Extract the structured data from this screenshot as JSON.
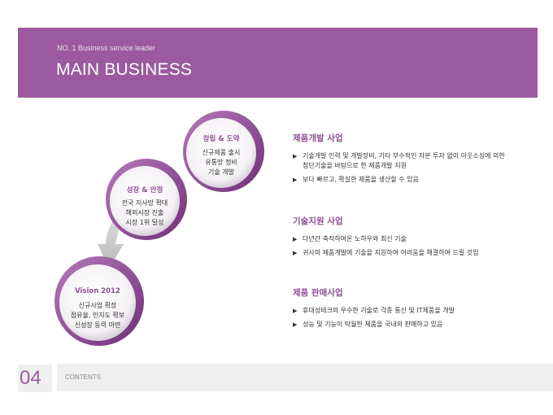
{
  "header": {
    "subtitle": "NO. 1 Business service leader",
    "title": "MAIN BUSINESS"
  },
  "circles": [
    {
      "title": "창립 & 도약",
      "lines": [
        "신규제품 출시",
        "유통망 정비",
        "기술 개발"
      ]
    },
    {
      "title": "성장 & 안정",
      "lines": [
        "전국 지사망 확대",
        "해외시장 진출",
        "시장 1위 달성"
      ]
    },
    {
      "title": "Vision 2012",
      "lines": [
        "신규사업 확장",
        "점유율, 인지도 확보",
        "신성장 동력 마련"
      ]
    }
  ],
  "sections": [
    {
      "head": "제품개발 사업",
      "bullets": [
        "기술개발 인력 및 개발장비, 기타 부수적인 자본 투자 없이 아웃소싱에 의한 첨단기술을 바탕으로 한 제품개발 지원",
        "보다 빠르고, 확실한 제품을 생산할 수 있음"
      ]
    },
    {
      "head": "기술지원 사업",
      "bullets": [
        "다년간 축적하여온 노하우와 최신 기술",
        "귀사의 제품개발에 기술을 지원하여 어려움을 해결하여 드릴 것임"
      ]
    },
    {
      "head": "제품 판매사업",
      "bullets": [
        "휴대성테크의 우수한 기술로 각종 통신 및 IT제품을 개발",
        "성능 및 기능이 탁월한 제품을 국내외 판매하고 있음"
      ]
    }
  ],
  "footer": {
    "page": "04",
    "label": "CONTENTS"
  },
  "colors": {
    "accent": "#9b5a9f",
    "ring": "#7f3f86"
  }
}
